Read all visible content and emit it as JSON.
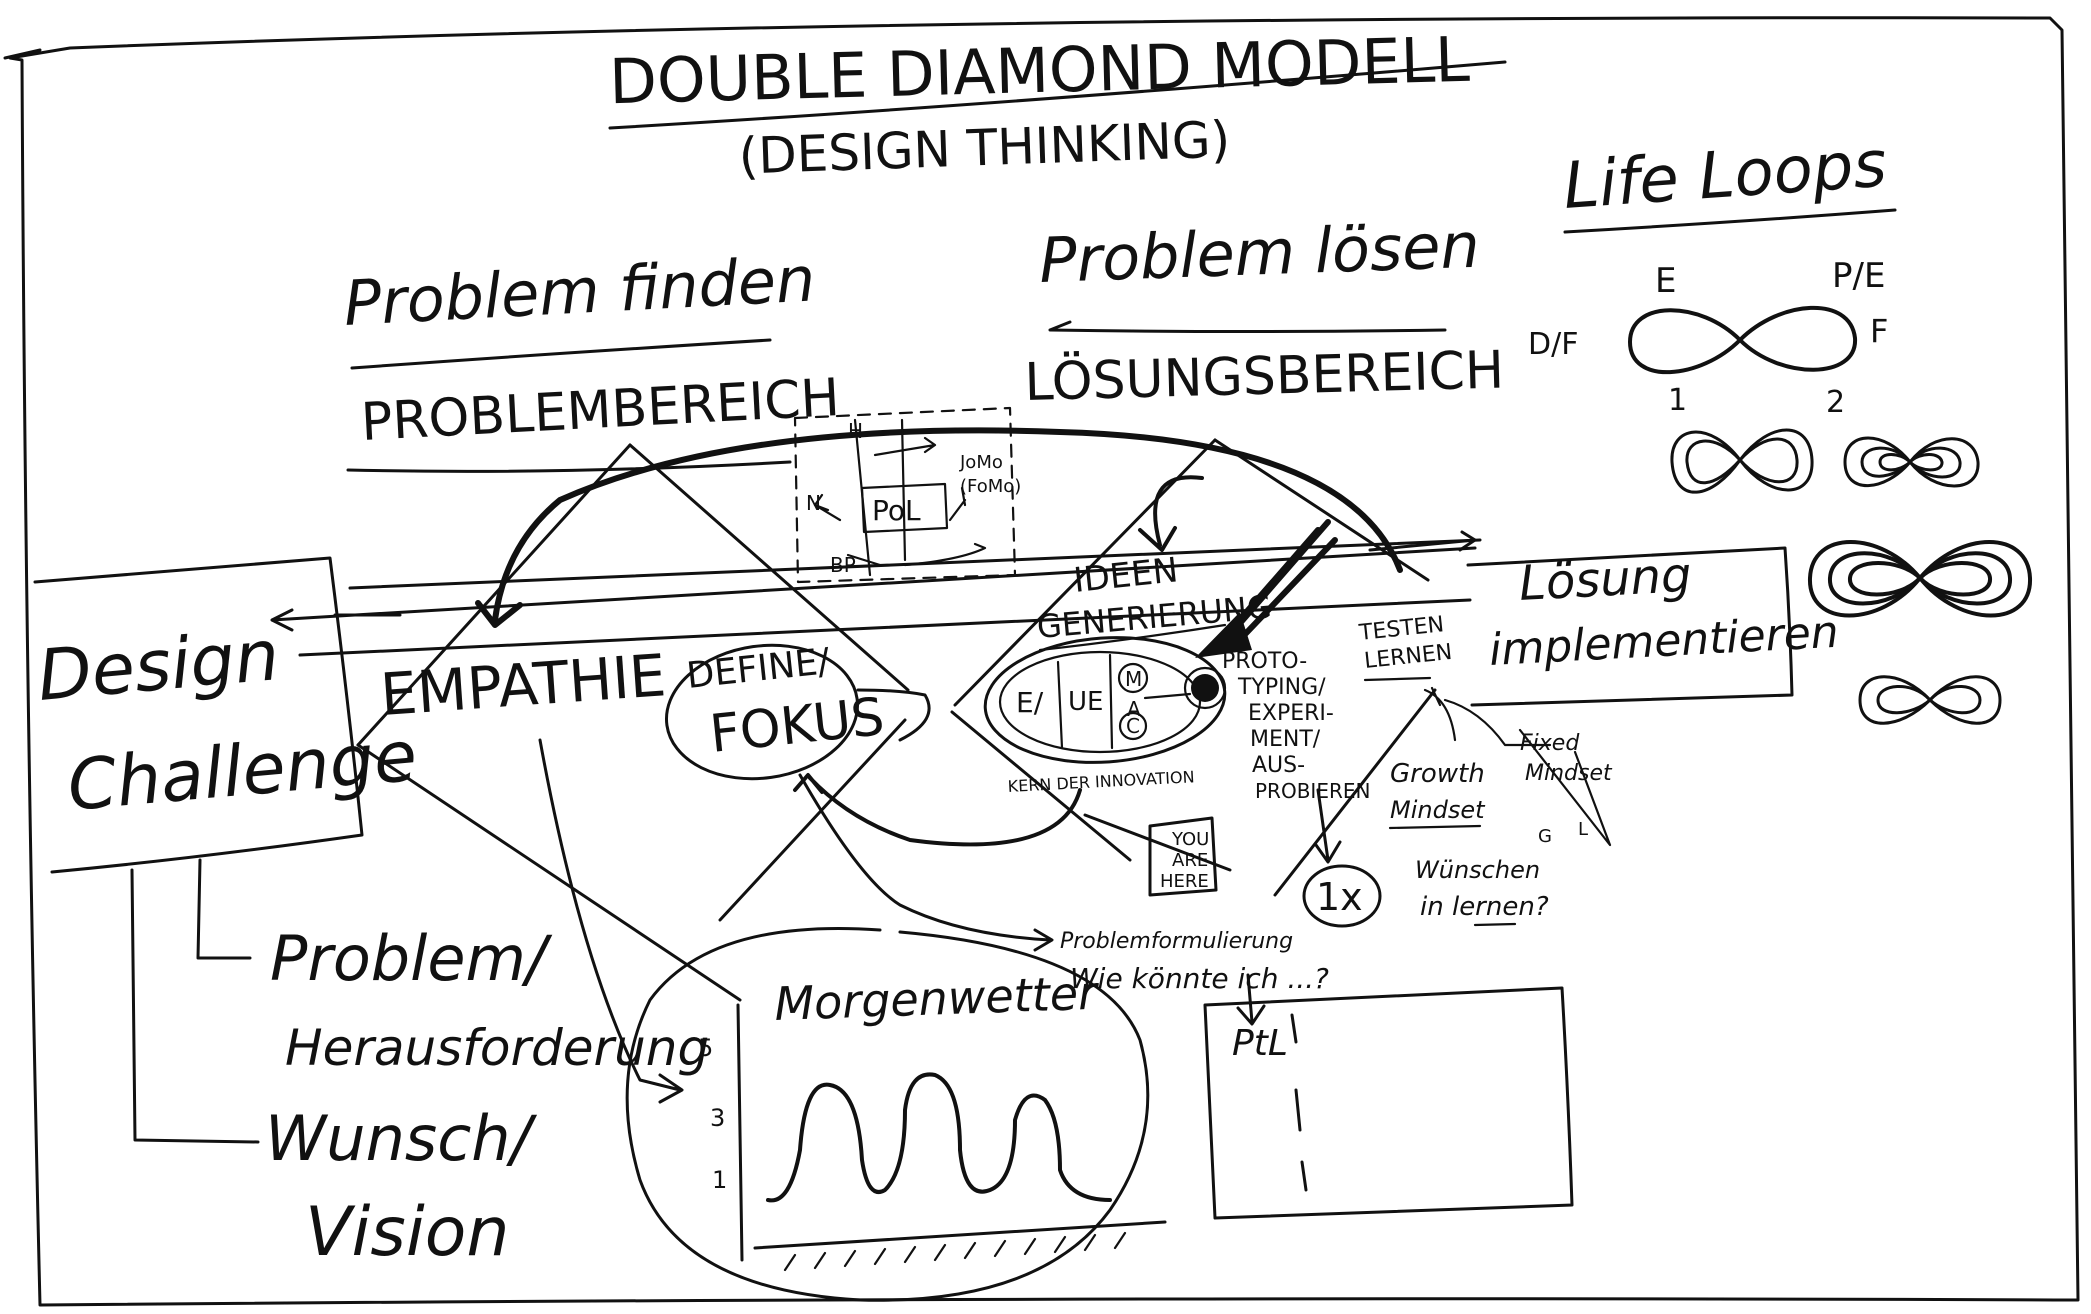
{
  "title": "DOUBLE DIAMOND MODELL",
  "subtitle": "(DESIGN THINKING)",
  "problem_side": {
    "heading": "Problem finden",
    "area": "PROBLEMBEREICH"
  },
  "solution_side": {
    "heading": "Problem lösen",
    "area": "LÖSUNGSBEREICH"
  },
  "life_loops": {
    "title": "Life Loops",
    "label_e": "E",
    "label_pe": "P/E",
    "label_df": "D/F",
    "label_f": "F",
    "label_1": "1",
    "label_2": "2"
  },
  "design_challenge": {
    "line1": "Design",
    "line2": "Challenge"
  },
  "challenge_items": {
    "problem_1": "Problem/",
    "problem_2": "Herausforderung",
    "wish_1": "Wunsch/",
    "wish_2": "Vision"
  },
  "stages": {
    "empathie": "EMPATHIE",
    "define_1": "DEFINE/",
    "define_2": "FOKUS",
    "ideen_1": "IDEEN",
    "ideen_2": "GENERIERUNG",
    "testen_1": "TESTEN",
    "testen_2": "LERNEN",
    "loesung_1": "Lösung",
    "loesung_2": "implementieren"
  },
  "pol_box": {
    "center": "PoL",
    "h": "H",
    "n": "N",
    "bp": "BP",
    "jomo_1": "JoMo",
    "jomo_2": "(FoMo)"
  },
  "ideation_oval": {
    "e": "E/",
    "ue": "UE",
    "m": "M",
    "a": "A",
    "c": "C",
    "caption": "KERN DER INNOVATION"
  },
  "you_are_here": {
    "l1": "YOU",
    "l2": "ARE",
    "l3": "HERE"
  },
  "prototyping": {
    "l1": "PROTO-",
    "l2": "TYPING/",
    "l3": "EXPERI-",
    "l4": "MENT/",
    "l5": "AUS-",
    "l6": "PROBIEREN"
  },
  "one_x": "1x",
  "growth": {
    "l1": "Growth",
    "l2": "Mindset",
    "l3": "Wünschen",
    "l4": "in lernen?"
  },
  "fixed": {
    "l1": "Fixed",
    "l2": "Mindset",
    "g": "G",
    "l": "L"
  },
  "problem_formulation": {
    "l1": "Problemformulierung",
    "l2": "Wie könnte ich ...?"
  },
  "morgenwetter": {
    "title": "Morgenwetter",
    "y5": "5",
    "y3": "3",
    "y1": "1"
  },
  "ptl": "PtL"
}
